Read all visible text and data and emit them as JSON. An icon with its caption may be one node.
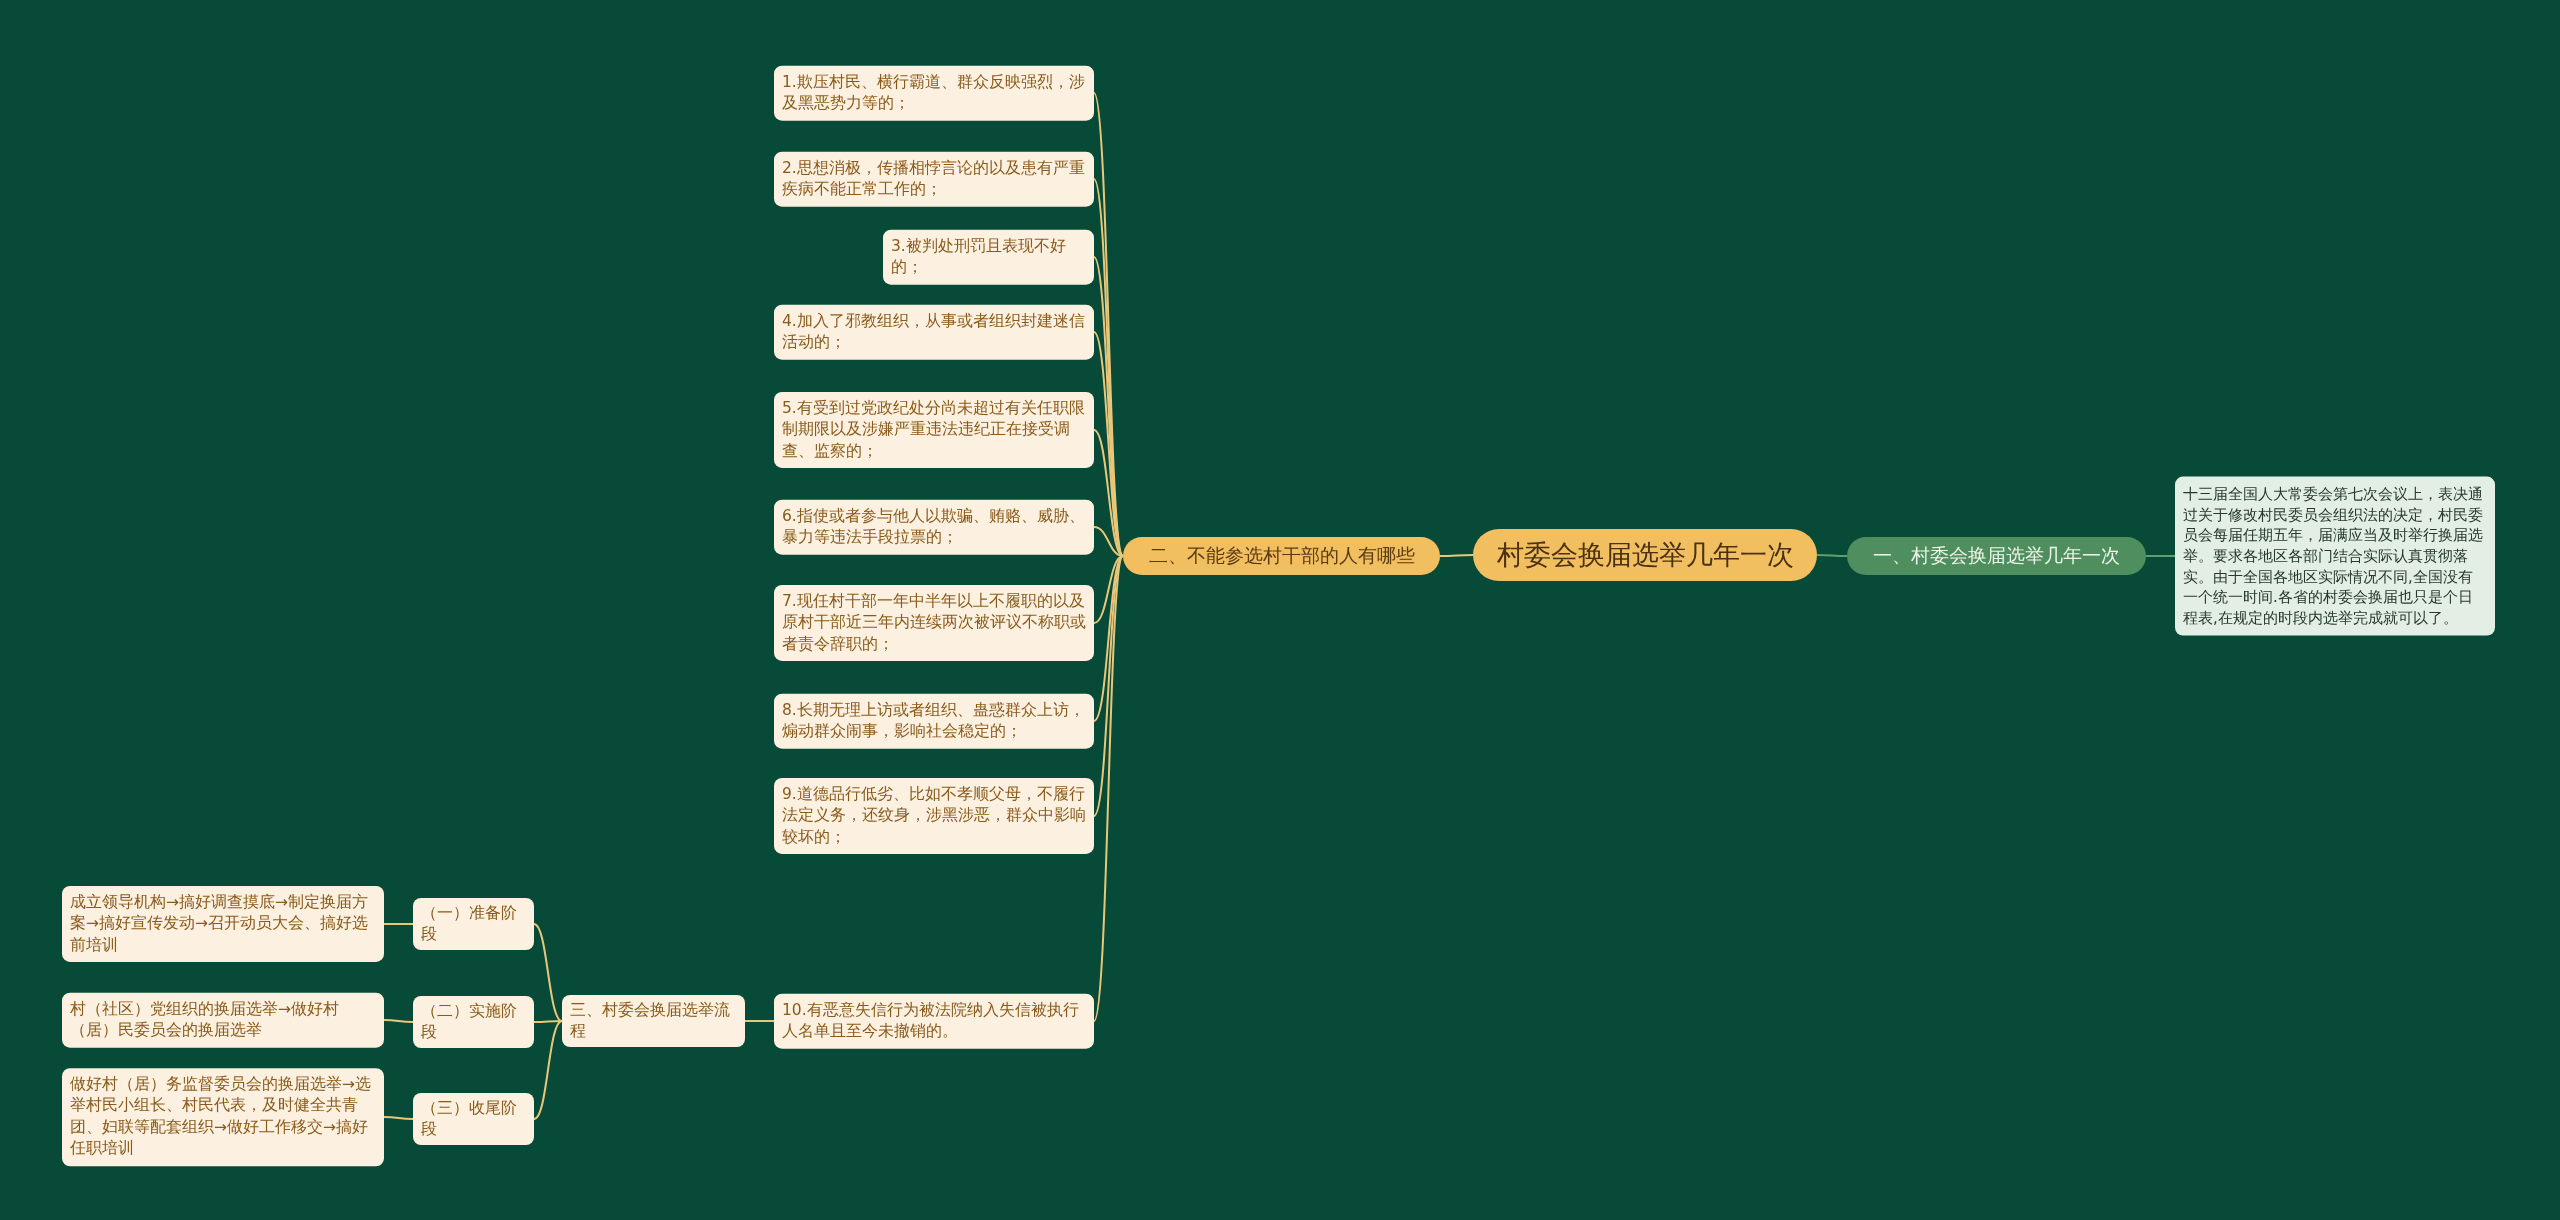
{
  "diagram": {
    "nodes": [
      {
        "text": [
          "村委会换届选举几年一次"
        ]
      },
      {
        "text": [
          "一、村委会换届选举几年一次"
        ]
      },
      {
        "text": [
          "十三届全国人大常委会第七次会议上，表决通过关于修改村民委员会组织法的决定，村民委员会每届任期五年，届满应当及时举行换届选举。要求各地区各部门结合实际认真贯彻落实。由于全国各地区实际情况不同,全国没有一个统一时间.各省的村委会换届也只是个日程表,在规定的时段内选举完成就可以了。"
        ]
      },
      {
        "text": [
          "二、不能参选村干部的人有哪些"
        ]
      },
      {
        "text": [
          "1.欺压村民、横行霸道、群众反映强烈，涉及黑恶势力等的；"
        ]
      },
      {
        "text": [
          "2.思想消极，传播相悖言论的以及患有严重疾病不能正常工作的；"
        ]
      },
      {
        "text": [
          "3.被判处刑罚且表现不好的；"
        ]
      },
      {
        "text": [
          "4.加入了邪教组织，从事或者组织封建迷信活动的；"
        ]
      },
      {
        "text": [
          "5.有受到过党政纪处分尚未超过有关任职限制期限以及涉嫌严重违法违纪正在接受调查、监察的；"
        ]
      },
      {
        "text": [
          "6.指使或者参与他人以欺骗、贿赂、威胁、暴力等违法手段拉票的；"
        ]
      },
      {
        "text": [
          "7.现任村干部一年中半年以上不履职的以及原村干部近三年内连续两次被评议不称职或者责令辞职的；"
        ]
      },
      {
        "text": [
          "8.长期无理上访或者组织、蛊惑群众上访，煽动群众闹事，影响社会稳定的；"
        ]
      },
      {
        "text": [
          "9.道德品行低劣、比如不孝顺父母，不履行法定义务，还纹身，涉黑涉恶，群众中影响较坏的；"
        ]
      },
      {
        "text": [
          "10.有恶意失信行为被法院纳入失信被执行人名单且至今未撤销的。"
        ]
      },
      {
        "text": [
          "三、村委会换届选举流程"
        ]
      },
      {
        "text": [
          "（一）准备阶段"
        ]
      },
      {
        "text": [
          "（二）实施阶段"
        ]
      },
      {
        "text": [
          "（三）收尾阶段"
        ]
      },
      {
        "text": [
          "成立领导机构→搞好调查摸底→制定换届方案→搞好宣传发动→召开动员大会、搞好选前培训"
        ]
      },
      {
        "text": [
          "村（社区）党组织的换届选举→做好村（居）民委员会的换届选举"
        ]
      },
      {
        "text": [
          "做好村（居）务监督委员会的换届选举→选举村民小组长、村民代表，及时健全共青团、妇联等配套组织→做好工作移交→搞好任职培训"
        ]
      }
    ],
    "edges": [
      {
        "from": 0,
        "to": 1,
        "arrow": "none",
        "color": "#5f9f6e"
      },
      {
        "from": 1,
        "to": 2,
        "arrow": "none",
        "color": "#5f9f6e"
      },
      {
        "from": 0,
        "to": 3,
        "arrow": "none"
      },
      {
        "from": 3,
        "to": 4,
        "arrow": "none"
      },
      {
        "from": 3,
        "to": 5,
        "arrow": "none"
      },
      {
        "from": 3,
        "to": 6,
        "arrow": "none"
      },
      {
        "from": 3,
        "to": 7,
        "arrow": "none"
      },
      {
        "from": 3,
        "to": 8,
        "arrow": "none"
      },
      {
        "from": 3,
        "to": 9,
        "arrow": "none"
      },
      {
        "from": 3,
        "to": 10,
        "arrow": "none"
      },
      {
        "from": 3,
        "to": 11,
        "arrow": "none"
      },
      {
        "from": 3,
        "to": 12,
        "arrow": "none"
      },
      {
        "from": 3,
        "to": 13,
        "arrow": "none"
      },
      {
        "from": 13,
        "to": 14,
        "arrow": "none"
      },
      {
        "from": 14,
        "to": 15,
        "arrow": "none"
      },
      {
        "from": 14,
        "to": 16,
        "arrow": "none"
      },
      {
        "from": 14,
        "to": 17,
        "arrow": "none"
      },
      {
        "from": 15,
        "to": 18,
        "arrow": "none"
      },
      {
        "from": 16,
        "to": 19,
        "arrow": "none"
      },
      {
        "from": 17,
        "to": 20,
        "arrow": "none"
      }
    ]
  }
}
